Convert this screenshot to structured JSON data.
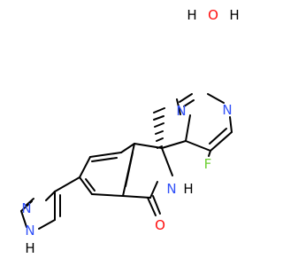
{
  "molecule": {
    "water": {
      "h_left": "H",
      "o": "O",
      "h_right": "H"
    },
    "atoms": {
      "n_pym_top": "N",
      "n_pym_right": "N",
      "n_lactam": "N",
      "h_lactam": "H",
      "o_carbonyl": "O",
      "f": "F",
      "n_pyrazole": "N",
      "n_pyrazole_h": "N",
      "h_pyrazole": "H"
    },
    "colors": {
      "nitrogen": "#3050f8",
      "oxygen": "#ff0d0d",
      "fluorine": "#6ccf32",
      "carbon": "#000000"
    }
  }
}
